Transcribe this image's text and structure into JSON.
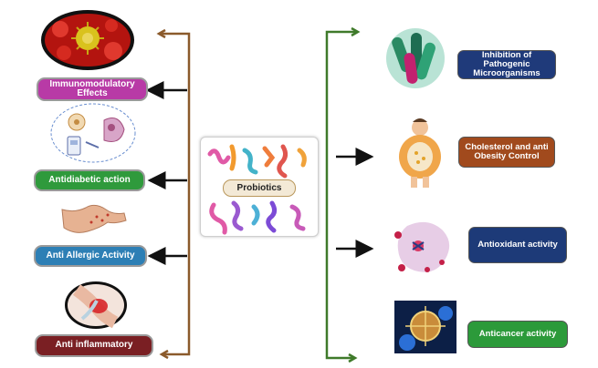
{
  "center": {
    "label": "Probiotics"
  },
  "left_items": [
    {
      "label": "Immunomodulatory Effects",
      "color": "#b83aa6"
    },
    {
      "label": "Antidiabetic action",
      "color": "#2f9a3c"
    },
    {
      "label": "Anti Allergic Activity",
      "color": "#2d7fb5"
    },
    {
      "label": "Anti inflammatory",
      "color": "#7a1f23"
    }
  ],
  "right_items": [
    {
      "label": "Inhibition of Pathogenic Microorganisms",
      "color": "#1f3a7a"
    },
    {
      "label": "Cholesterol and anti Obesity Control",
      "color": "#a14a1d"
    },
    {
      "label": "Antioxidant activity",
      "color": "#1d3a78"
    },
    {
      "label": "Anticancer activity",
      "color": "#2c9a3a"
    }
  ],
  "colors": {
    "left_bracket": "#8b5a2b",
    "right_bracket": "#3f7a2a",
    "arrow": "#111111"
  }
}
